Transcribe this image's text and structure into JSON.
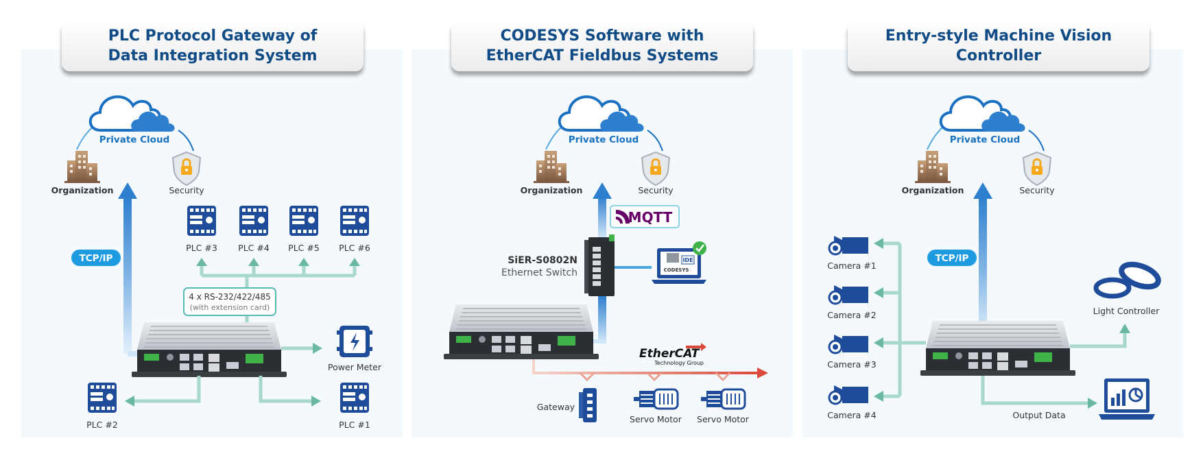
{
  "panels": [
    {
      "title_line1": "PLC Protocol Gateway of",
      "title_line2": "Data Integration System",
      "cloud_label": "Private Cloud",
      "org_label": "Organization",
      "security_label": "Security",
      "protocol_badge": "TCP/IP",
      "plc_top": [
        "PLC #3",
        "PLC #4",
        "PLC #5",
        "PLC #6"
      ],
      "serial_line1": "4 x RS-232/422/485",
      "serial_line2": "(with extension card)",
      "power_meter": "Power Meter",
      "plc_left": "PLC #2",
      "plc_right": "PLC #1"
    },
    {
      "title_line1": "CODESYS Software with",
      "title_line2": "EtherCAT Fieldbus Systems",
      "cloud_label": "Private Cloud",
      "org_label": "Organization",
      "security_label": "Security",
      "mqtt_label": "MQTT",
      "switch_model": "SiER-S0802N",
      "switch_desc": "Ethernet Switch",
      "codesys_label": "CODESYS",
      "ide_label": "IDE",
      "ethercat_label": "EtherCAT",
      "ethercat_sub": "Technology Group",
      "gateway_label": "Gateway",
      "servo1_label": "Servo Motor",
      "servo2_label": "Servo Motor"
    },
    {
      "title_line1": "Entry-style Machine Vision Controller",
      "cloud_label": "Private Cloud",
      "org_label": "Organization",
      "security_label": "Security",
      "protocol_badge": "TCP/IP",
      "cameras": [
        "Camera #1",
        "Camera #2",
        "Camera #3",
        "Camera #4"
      ],
      "light_label": "Light Controller",
      "output_label": "Output Data"
    }
  ],
  "colors": {
    "panel_bg": "#f3f9fd",
    "title_text": "#114c86",
    "device_blue": "#1e4c9a",
    "arrow_green": "#6ab8a4",
    "arrow_blue": "#2e7fce",
    "badge_blue": "#1e9be0",
    "ethercat_red": "#d94a3a"
  },
  "icons": [
    "cloud-icon",
    "building-icon",
    "shield-lock-icon",
    "plc-icon",
    "power-meter-icon",
    "ipc-box-icon",
    "ethernet-switch-icon",
    "laptop-icon",
    "servo-motor-icon",
    "gateway-icon",
    "camera-icon",
    "ring-light-icon",
    "monitor-chart-icon"
  ]
}
